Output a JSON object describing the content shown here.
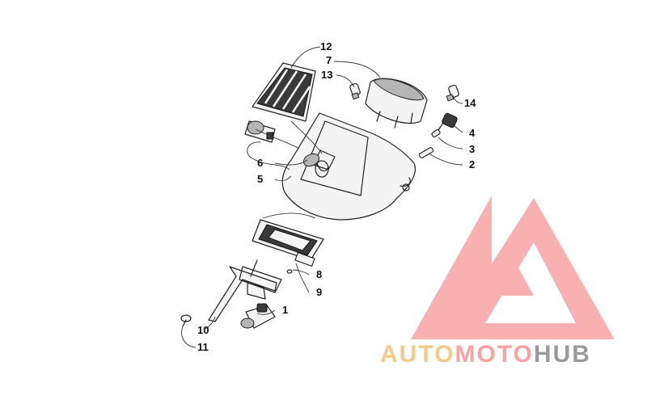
{
  "callouts": {
    "p1": "1",
    "p2": "2",
    "p3": "3",
    "p4": "4",
    "p5": "5",
    "p6": "6",
    "p7": "7",
    "p8": "8",
    "p9": "9",
    "p10": "10",
    "p11": "11",
    "p12": "12",
    "p13": "13",
    "p14": "14"
  },
  "watermark": {
    "word_auto": "AUTO",
    "word_moto": "MOTO",
    "word_hub": "HUB",
    "color_auto": "#f5c98a",
    "color_moto": "#f7a3a3",
    "color_hub": "#9a9a9a",
    "mark_color": "#f7a3a3"
  },
  "colors": {
    "line": "#222222",
    "background": "#ffffff"
  }
}
